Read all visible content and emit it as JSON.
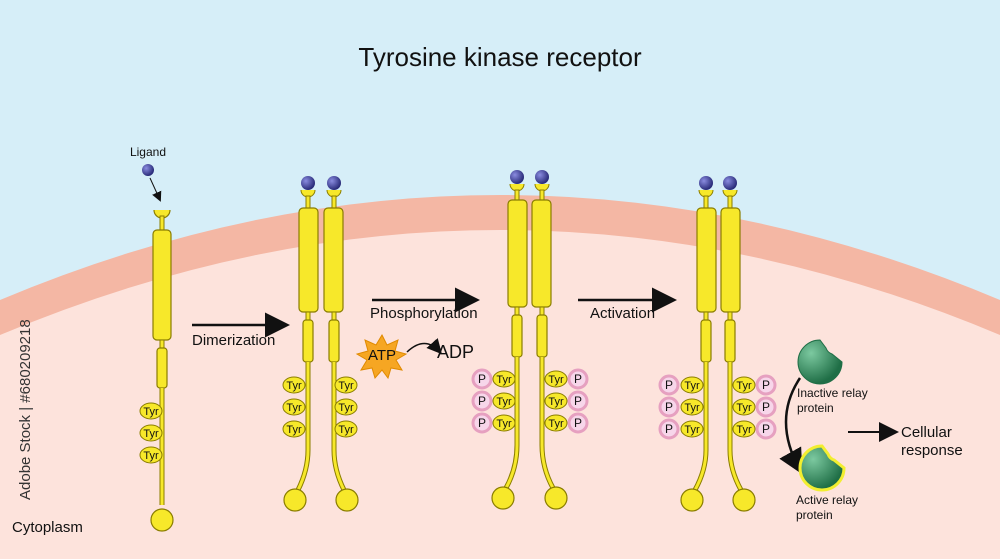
{
  "title": "Tyrosine kinase receptor",
  "labels": {
    "ligand": "Ligand",
    "dimerization": "Dimerization",
    "phosphorylation": "Phosphorylation",
    "activation": "Activation",
    "atp": "ATP",
    "adp": "ADP",
    "inactive_relay_line1": "Inactive relay",
    "inactive_relay_line2": "protein",
    "active_relay_line1": "Active relay",
    "active_relay_line2": "protein",
    "cellular_line1": "Cellular",
    "cellular_line2": "response",
    "cytoplasm": "Cytoplasm",
    "stock_id": "Adobe Stock | #680209218"
  },
  "tyr_label": "Tyr",
  "p_label": "P",
  "colors": {
    "sky": "#d6eef8",
    "membrane": "#f4b7a4",
    "cytoplasm": "#fde3dc",
    "receptor": "#f7e82a",
    "receptor_stroke": "#8a7d00",
    "ligand": "#3a3c8f",
    "phosphate_ring": "#e6a0c0",
    "phosphate_fill": "#f7d6ea",
    "relay": "#2f8b5c",
    "relay_active_glow": "#f2ee30",
    "atp_burst": "#f6a623"
  },
  "icons": [
    "ligand-icon",
    "atp-burst-icon",
    "relay-protein-icon",
    "arrow-icon"
  ]
}
